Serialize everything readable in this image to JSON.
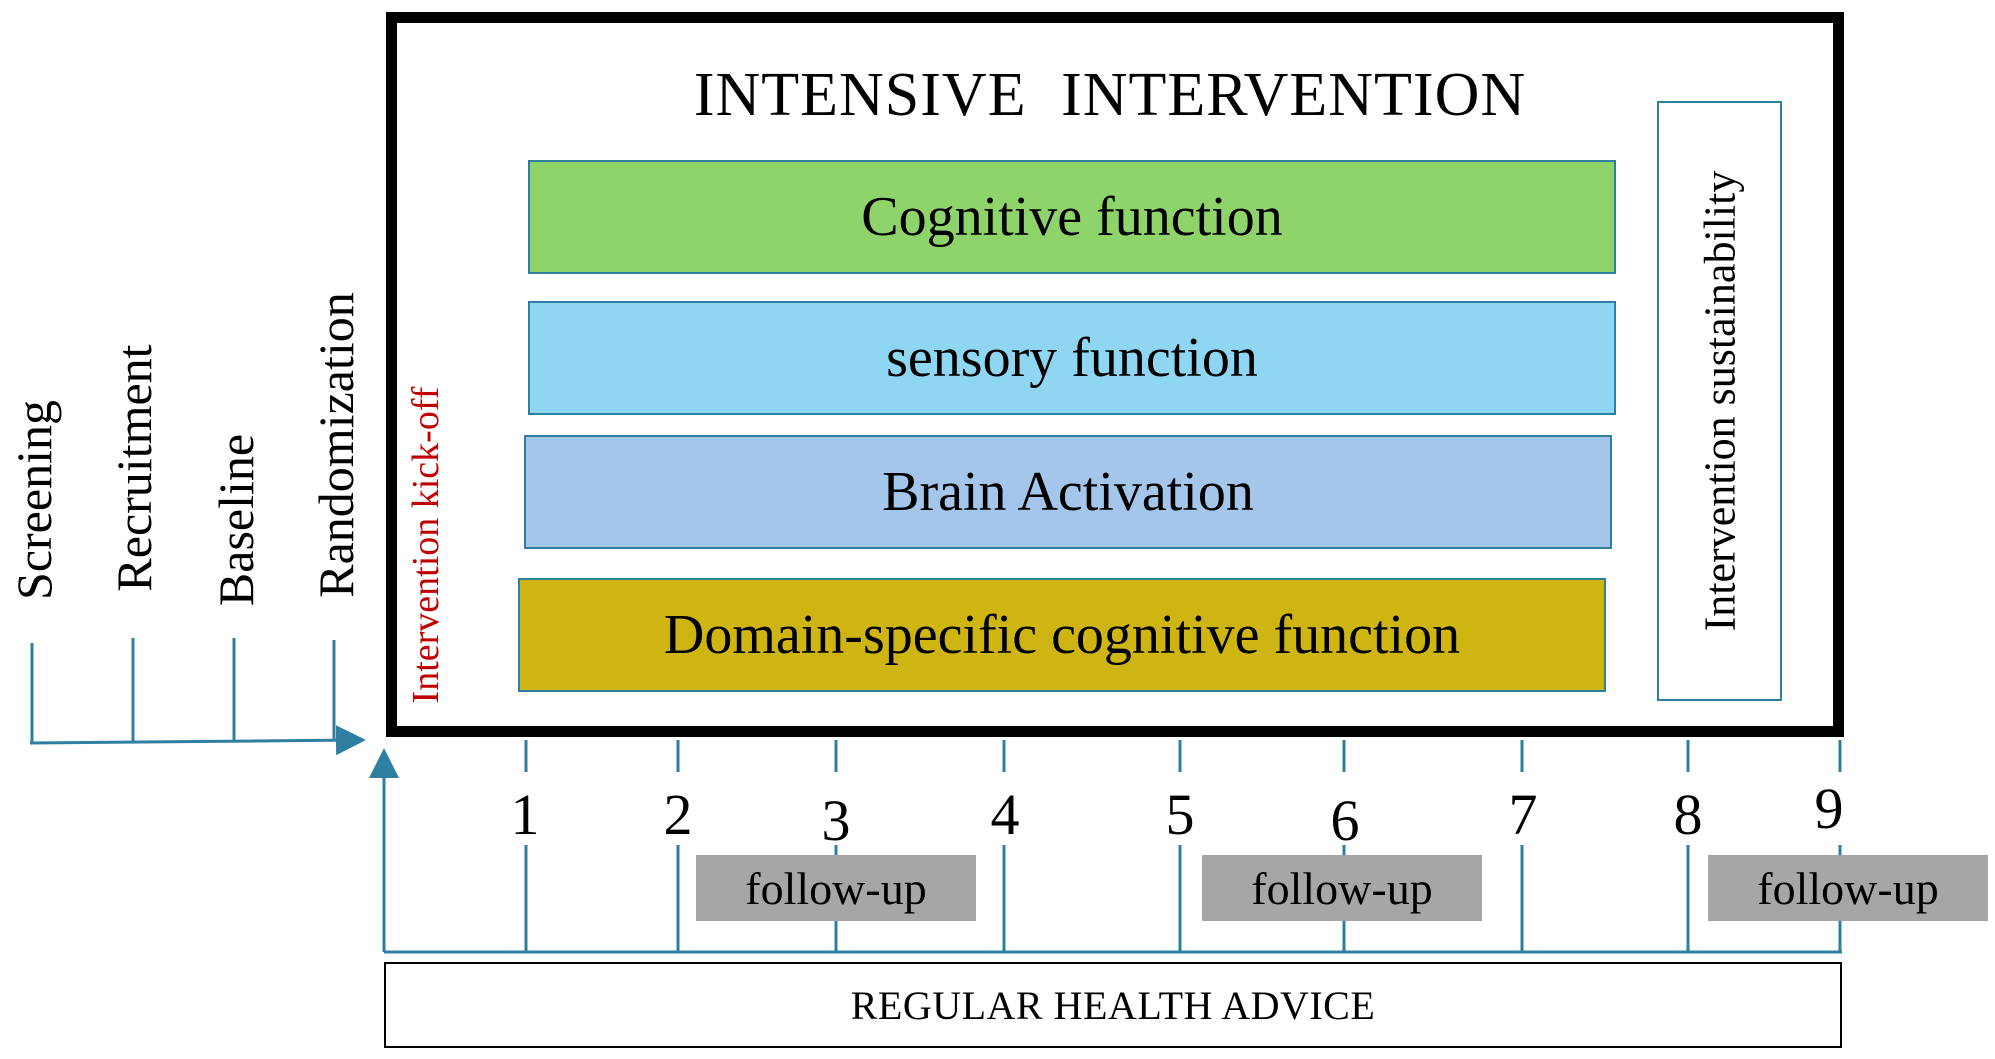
{
  "diagram": {
    "title": "INTENSIVE  INTERVENTION",
    "components": [
      {
        "label": "Cognitive function",
        "color": "#8ed46b"
      },
      {
        "label": "sensory function",
        "color": "#8fd6f3"
      },
      {
        "label": "Brain Activation",
        "color": "#a4c6ea"
      },
      {
        "label": "Domain-specific cognitive function",
        "color": "#ceb511"
      }
    ],
    "sustainability_label": "Intervention sustainability",
    "kickoff_label": "Intervention kick-off",
    "pre_phases": [
      "Screening",
      "Recruitment",
      "Baseline",
      "Randomization"
    ],
    "timeline_ticks": [
      "1",
      "2",
      "3",
      "4",
      "5",
      "6",
      "7",
      "8",
      "9"
    ],
    "follow_ups": [
      "follow-up",
      "follow-up",
      "follow-up"
    ],
    "control_label": "REGULAR HEALTH ADVICE",
    "colors": {
      "line": "#2f7fa0",
      "kickoff": "#c00000",
      "followup": "#a6a6a6",
      "frame": "#000000"
    }
  }
}
